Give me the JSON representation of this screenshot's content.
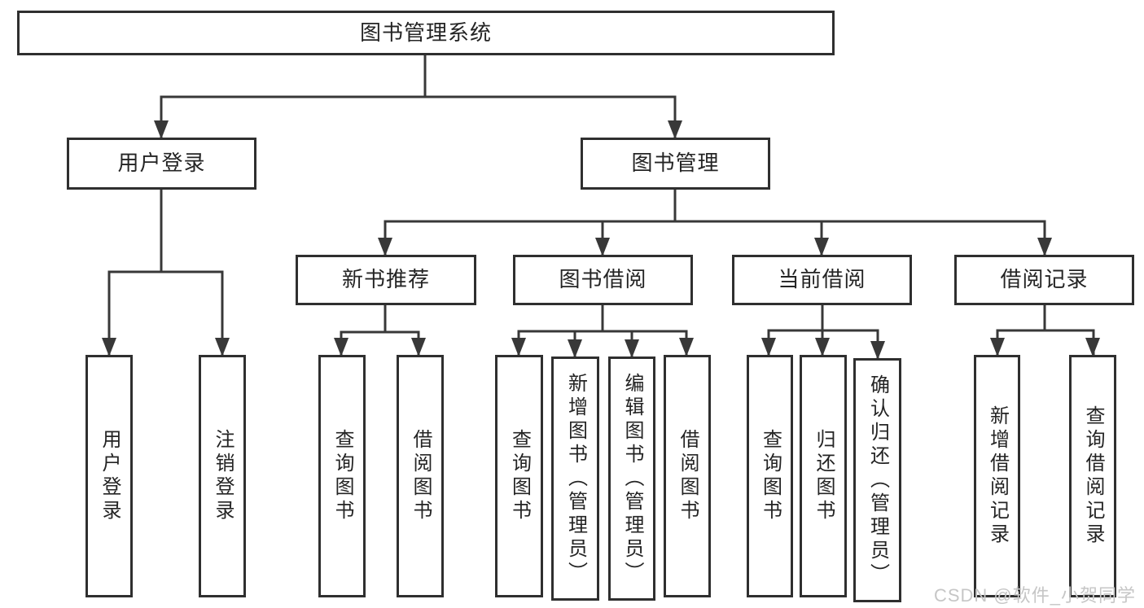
{
  "tree": {
    "root": "图书管理系统",
    "children": [
      {
        "label": "用户登录",
        "children": [
          "用户登录",
          "注销登录"
        ]
      },
      {
        "label": "图书管理",
        "children": [
          {
            "label": "新书推荐",
            "children": [
              "查询图书",
              "借阅图书"
            ]
          },
          {
            "label": "图书借阅",
            "children": [
              "查询图书",
              "新增图书（管理员）",
              "编辑图书（管理员）",
              "借阅图书"
            ]
          },
          {
            "label": "当前借阅",
            "children": [
              "查询图书",
              "归还图书",
              "确认归还（管理员）"
            ]
          },
          {
            "label": "借阅记录",
            "children": [
              "新增借阅记录",
              "查询借阅记录"
            ]
          }
        ]
      }
    ]
  },
  "watermark": "CSDN @软件_小贺同学",
  "colors": {
    "line": "#383838",
    "border": "#2f2f2f",
    "text": "#242424",
    "watermark": "#c6c6c6",
    "background": "#ffffff"
  }
}
